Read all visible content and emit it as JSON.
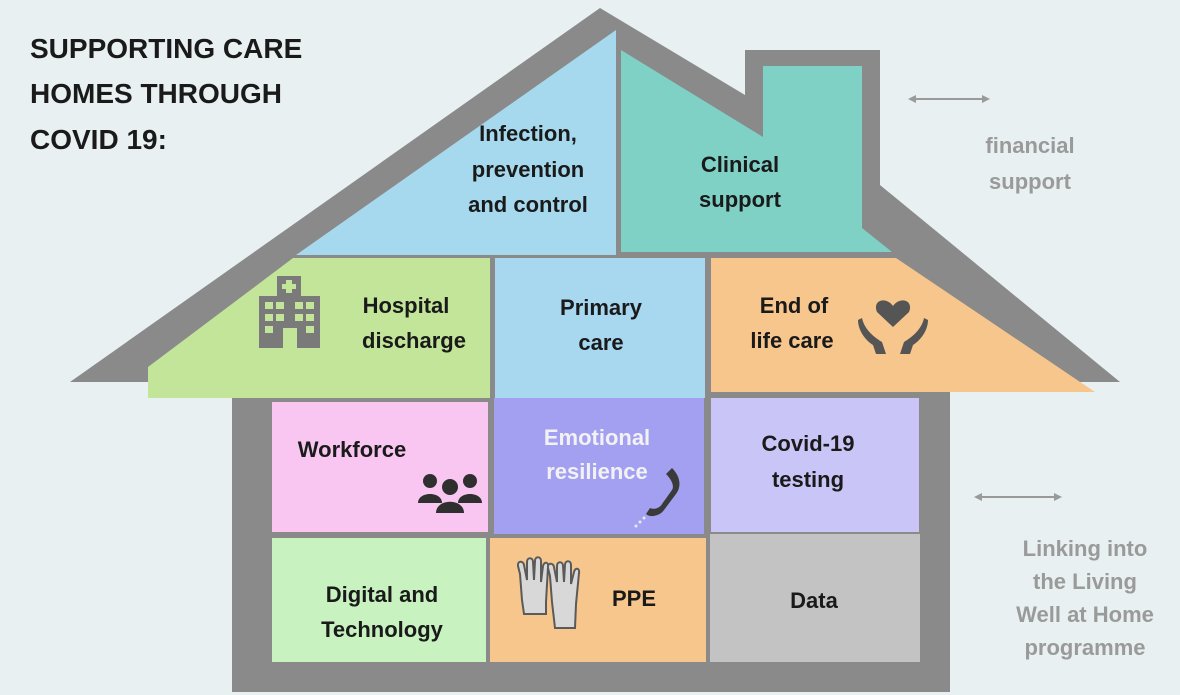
{
  "title": {
    "line1": "SUPPORTING CARE",
    "line2": "HOMES THROUGH",
    "line3": "COVID 19:"
  },
  "side_notes": {
    "financial": {
      "line1": "financial",
      "line2": "support"
    },
    "linking": {
      "line1": "Linking into",
      "line2": "the Living",
      "line3": "Well at Home",
      "line4": "programme"
    }
  },
  "blocks": {
    "infection": {
      "line1": "Infection,",
      "line2": "prevention",
      "line3": "and control"
    },
    "clinical": {
      "line1": "Clinical",
      "line2": "support"
    },
    "hospital": {
      "line1": "Hospital",
      "line2": "discharge"
    },
    "primary": {
      "line1": "Primary",
      "line2": "care"
    },
    "endoflife": {
      "line1": "End of",
      "line2": "life care"
    },
    "workforce": {
      "line1": "Workforce"
    },
    "emotional": {
      "line1": "Emotional",
      "line2": "resilience"
    },
    "covid": {
      "line1": "Covid-19",
      "line2": "testing"
    },
    "digital": {
      "line1": "Digital and",
      "line2": "Technology"
    },
    "ppe": {
      "line1": "PPE"
    },
    "data": {
      "line1": "Data"
    }
  },
  "icons": {
    "hospital": "hospital-icon",
    "heart_hands": "heart-hands-icon",
    "people": "people-group-icon",
    "phone": "phone-icon",
    "gloves": "gloves-icon",
    "arrows": "double-arrow-icon"
  },
  "colors": {
    "house_outline": "#8a8a8a",
    "background": "#e8f0f2",
    "infection": "#a6d9ee",
    "clinical": "#7fd1c6",
    "hospital": "#c2e59a",
    "primary": "#a7d8ef",
    "endoflife": "#f6c68c",
    "workforce": "#f8c6f1",
    "emotional": "#a3a0f2",
    "covid": "#c9c6f7",
    "digital": "#c8f3c1",
    "ppe": "#f6c68c",
    "data": "#c3c3c3",
    "side_text": "#9a9a9a"
  }
}
